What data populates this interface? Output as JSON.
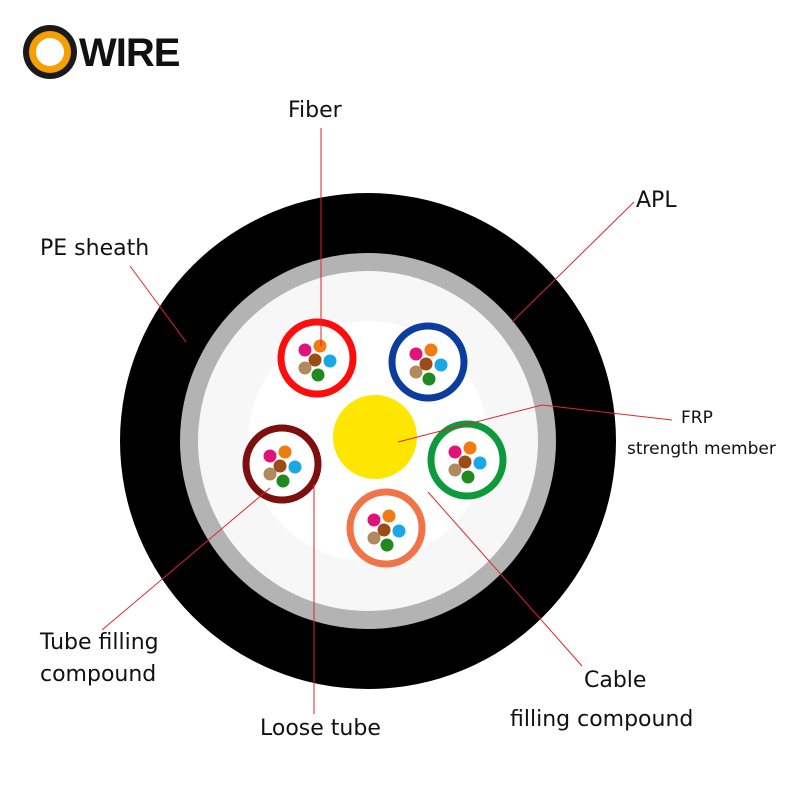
{
  "brand": {
    "name": "WIRE",
    "ring_colors": {
      "outer": "#1a1a1a",
      "inner": "#f5a000"
    }
  },
  "labels": {
    "fiber": "Fiber",
    "apl": "APL",
    "pe_sheath": "PE sheath",
    "frp_line1": "FRP",
    "frp_line2": "strength member",
    "tube_filling_line1": "Tube filling",
    "tube_filling_line2": "compound",
    "cable_filling_line1": "Cable",
    "cable_filling_line2": "filling compound",
    "loose_tube": "Loose tube"
  },
  "colors": {
    "pe_sheath": "#000000",
    "apl": "#b3b3b3",
    "cable_filling": "#f7f7f7",
    "frp": "#ffe600",
    "leader_line": "#e0262a",
    "tubes": {
      "red": "#ff0d0d",
      "blue": "#0a3d9e",
      "green": "#0c9a3c",
      "orange": "#ef7448",
      "maroon": "#7d0f0f"
    },
    "fibers": [
      "#e0137a",
      "#f07b11",
      "#9c4a16",
      "#19a7e6",
      "#b08a5c",
      "#1f8a1f"
    ]
  }
}
